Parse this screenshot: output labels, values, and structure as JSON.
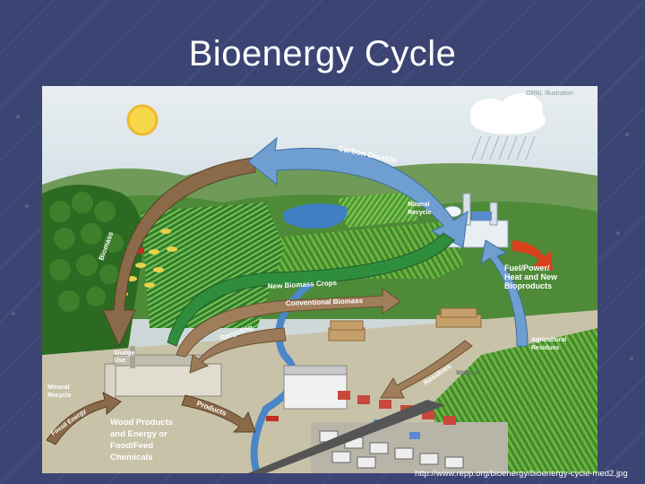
{
  "slide": {
    "title": "Bioenergy Cycle",
    "source_url": "http://www.repp.org/bioenergy/bioenergy-cycle-med2.jpg"
  },
  "diagram": {
    "credit": "ORNL Illustration",
    "labels": {
      "carbon_dioxide": "Carbon Dioxide",
      "biomass": "Biomass",
      "mineral_recycle_top": [
        "Mineral",
        "Recycle"
      ],
      "new_biomass_crops": "New Biomass Crops",
      "conventional_biomass": "Conventional Biomass",
      "fuel_power": [
        "Fuel/Power/",
        "Heat and New",
        "Bioproducts"
      ],
      "recycling": "Recycling",
      "sludge_use": [
        "Sludge",
        "Use"
      ],
      "agricultural_residues": [
        "Agricultural",
        "Residues"
      ],
      "residues": "Residues",
      "wastes": "Wastes",
      "mineral_recycle_bottom": [
        "Mineral",
        "Recycle"
      ],
      "fossil_energy": "Fossil Energy",
      "products": "Products",
      "wood_products": [
        "Wood Products",
        "and Energy or",
        "Food/Feed",
        "Chemicals"
      ]
    },
    "colors": {
      "co2_arrow": "#6f9fd0",
      "biomass_arrow": "#8a6a48",
      "crops_arrow": "#2f8e3e",
      "conventional_arrow": "#a07e5c",
      "fuel_arrow": "#d9401c",
      "river": "#4a86c8",
      "field": "#3f8a2d"
    }
  }
}
